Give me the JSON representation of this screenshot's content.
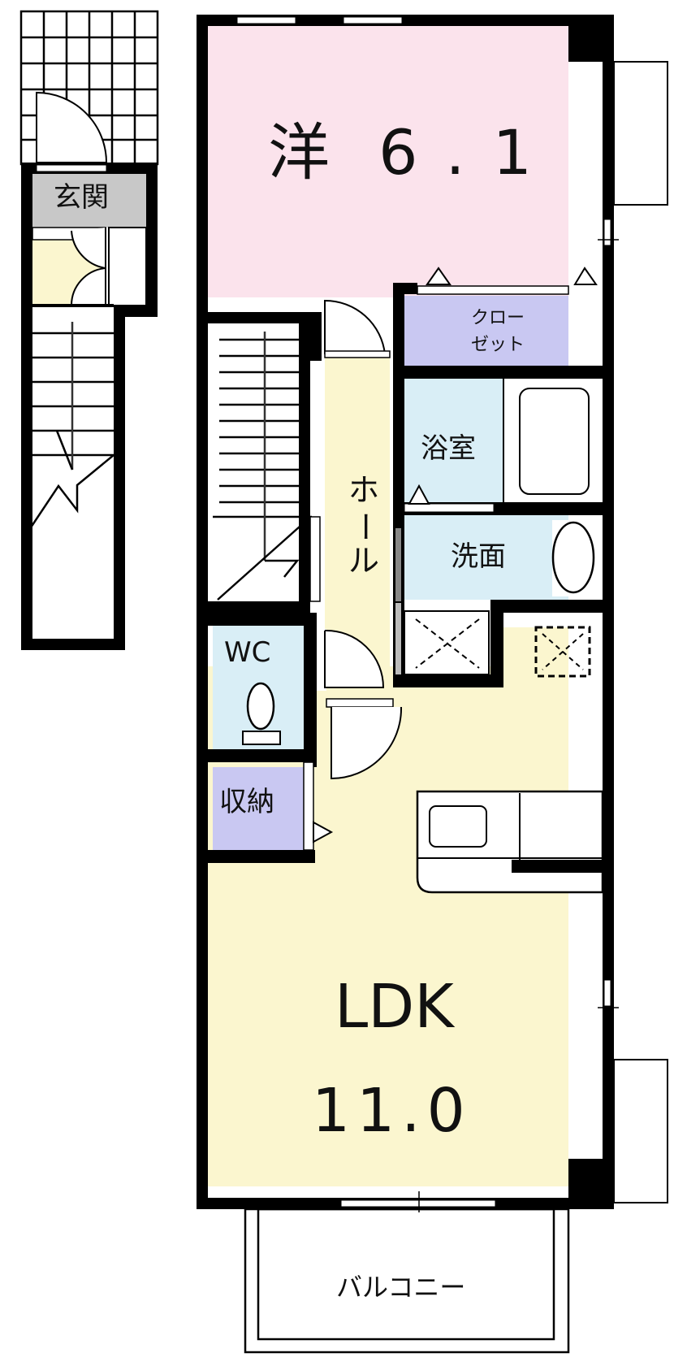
{
  "floorplan": {
    "colors": {
      "wall": "#000000",
      "western_room": "#fbe3ec",
      "ldk": "#fbf6cf",
      "hall": "#fbf6cf",
      "wet_area": "#d9eef6",
      "storage": "#c9c8f2",
      "entrance": "#c8c8c8",
      "background": "#ffffff"
    },
    "rooms": {
      "western": {
        "label": "洋",
        "size": "6.1"
      },
      "closet": {
        "label_line1": "クロー",
        "label_line2": "ゼット"
      },
      "bath": {
        "label": "浴室"
      },
      "washroom": {
        "label": "洗面"
      },
      "hall": {
        "label_chars": [
          "ホ",
          "ー",
          "ル"
        ]
      },
      "wc": {
        "label": "WC"
      },
      "storage": {
        "label": "収納"
      },
      "ldk": {
        "label": "LDK",
        "size": "11.0"
      },
      "entrance": {
        "label": "玄関"
      },
      "balcony": {
        "label": "バルコニー"
      }
    }
  }
}
